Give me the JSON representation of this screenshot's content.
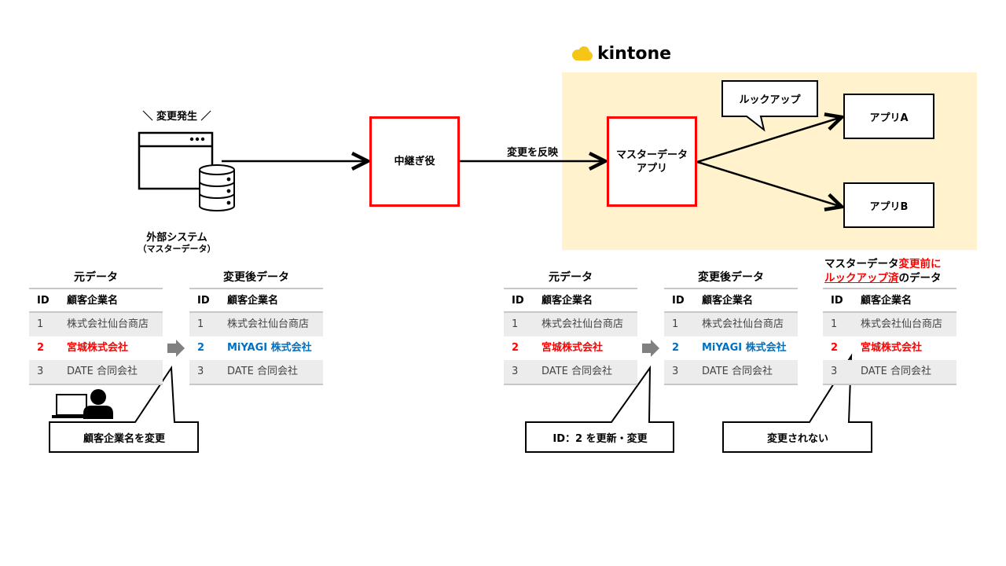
{
  "logo": {
    "text": "kintone"
  },
  "external": {
    "event": "＼ 変更発生 ／",
    "name": "外部システム",
    "sub": "（マスターデータ）"
  },
  "relay": {
    "label": "中継ぎ役"
  },
  "reflect_label": "変更を反映",
  "master_app": {
    "line1": "マスターデータ",
    "line2": "アプリ"
  },
  "lookup_callout": "ルックアップ",
  "app_a": "アプリA",
  "app_b": "アプリB",
  "tables": [
    {
      "title": "元データ",
      "headers": [
        "ID",
        "顧客企業名"
      ],
      "rows": [
        [
          "1",
          "株式会社仙台商店"
        ],
        [
          "2",
          "宮城株式会社"
        ],
        [
          "3",
          "DATE 合同会社"
        ]
      ]
    },
    {
      "title": "変更後データ",
      "headers": [
        "ID",
        "顧客企業名"
      ],
      "rows": [
        [
          "1",
          "株式会社仙台商店"
        ],
        [
          "2",
          "MiYAGI 株式会社"
        ],
        [
          "3",
          "DATE 合同会社"
        ]
      ]
    },
    {
      "title": "元データ",
      "headers": [
        "ID",
        "顧客企業名"
      ],
      "rows": [
        [
          "1",
          "株式会社仙台商店"
        ],
        [
          "2",
          "宮城株式会社"
        ],
        [
          "3",
          "DATE 合同会社"
        ]
      ]
    },
    {
      "title": "変更後データ",
      "headers": [
        "ID",
        "顧客企業名"
      ],
      "rows": [
        [
          "1",
          "株式会社仙台商店"
        ],
        [
          "2",
          "MiYAGI 株式会社"
        ],
        [
          "3",
          "DATE 合同会社"
        ]
      ]
    },
    {
      "title_parts": [
        "マスターデータ",
        "変更前に",
        "ルックアップ済",
        "のデータ"
      ],
      "headers": [
        "ID",
        "顧客企業名"
      ],
      "rows": [
        [
          "1",
          "株式会社仙台商店"
        ],
        [
          "2",
          "宮城株式会社"
        ],
        [
          "3",
          "DATE 合同会社"
        ]
      ]
    }
  ],
  "callouts": [
    "顧客企業名を変更",
    "ID：2 を更新・変更",
    "変更されない"
  ],
  "colors": {
    "red": "#ff0000",
    "blue": "#0070c0",
    "kintone_bg": "#fff2cc",
    "logo": "#f5c518"
  }
}
